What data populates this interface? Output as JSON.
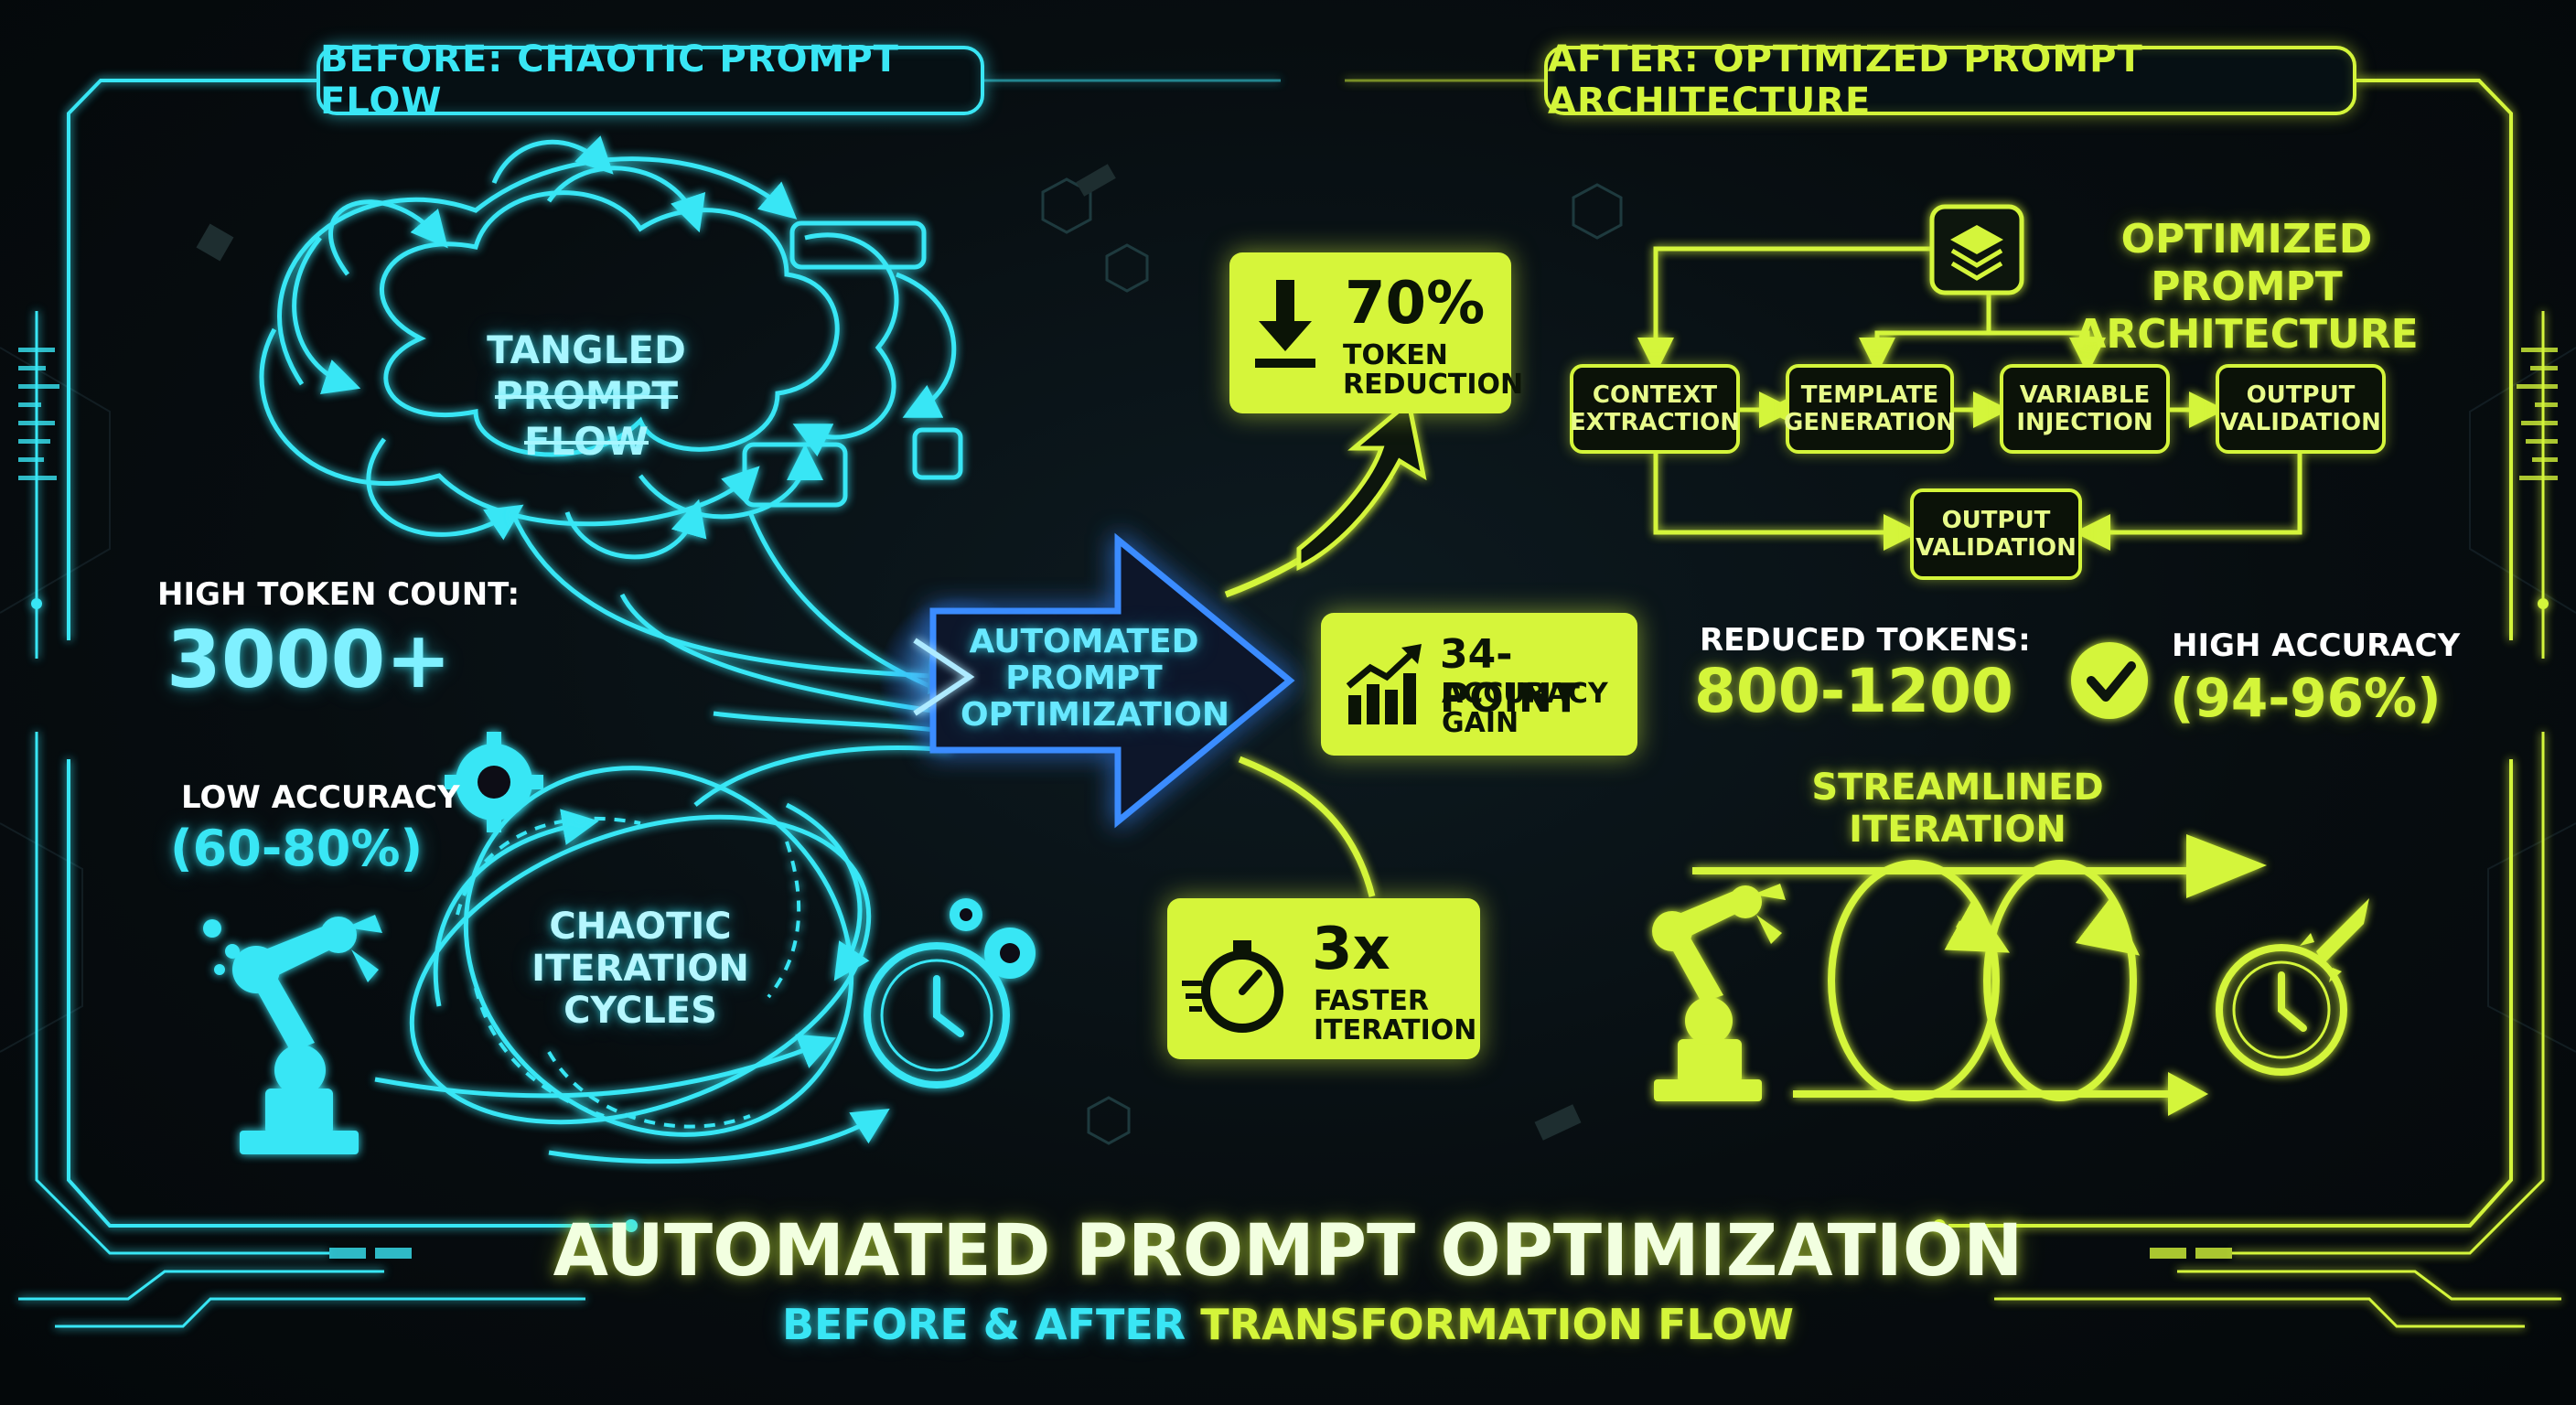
{
  "before": {
    "panel_title": "BEFORE: CHAOTIC PROMPT FLOW",
    "tangled_line1": "TANGLED",
    "tangled_line2": "PROMPT FLOW",
    "token_label": "HIGH TOKEN COUNT:",
    "token_value": "3000+",
    "accuracy_label": "LOW ACCURACY",
    "accuracy_value": "(60-80%)",
    "chaotic_line1": "CHAOTIC",
    "chaotic_line2": "ITERATION",
    "chaotic_line3": "CYCLES"
  },
  "center": {
    "arrow_line1": "AUTOMATED",
    "arrow_line2": "PROMPT",
    "arrow_line3": "OPTIMIZATION"
  },
  "stats": {
    "token_reduction_value": "70%",
    "token_reduction_line1": "TOKEN",
    "token_reduction_line2": "REDUCTION",
    "accuracy_gain_value": "34-POINT",
    "accuracy_gain_line1": "ACCURACY",
    "accuracy_gain_line2": "GAIN",
    "iteration_value": "3x",
    "iteration_line1": "FASTER",
    "iteration_line2": "ITERATION"
  },
  "after": {
    "panel_title": "AFTER: OPTIMIZED PROMPT ARCHITECTURE",
    "arch_title_line1": "OPTIMIZED PROMPT",
    "arch_title_line2": "ARCHITECTURE",
    "nodes": [
      {
        "line1": "CONTEXT",
        "line2": "EXTRACTION"
      },
      {
        "line1": "TEMPLATE",
        "line2": "GENERATION"
      },
      {
        "line1": "VARIABLE",
        "line2": "INJECTION"
      },
      {
        "line1": "OUTPUT",
        "line2": "VALIDATION"
      },
      {
        "line1": "OUTPUT",
        "line2": "VALIDATION"
      }
    ],
    "tokens_label": "REDUCED TOKENS:",
    "tokens_value": "800-1200",
    "accuracy_label": "HIGH ACCURACY",
    "accuracy_value": "(94-96%)",
    "streamlined_line1": "STREAMLINED",
    "streamlined_line2": "ITERATION"
  },
  "footer": {
    "title": "AUTOMATED PROMPT OPTIMIZATION",
    "subtitle_part1": "BEFORE & AFTER",
    "subtitle_part2": "TRANSFORMATION FLOW"
  },
  "colors": {
    "cyan": "#39e6f5",
    "lime": "#d4f53a",
    "blue": "#2f7bff",
    "background": "#070d10"
  },
  "icons": [
    "layers-icon",
    "download-arrow-icon",
    "chart-up-icon",
    "stopwatch-icon",
    "checkmark-icon",
    "gear-icon",
    "robot-arm-icon",
    "clock-icon",
    "rocket-icon"
  ]
}
